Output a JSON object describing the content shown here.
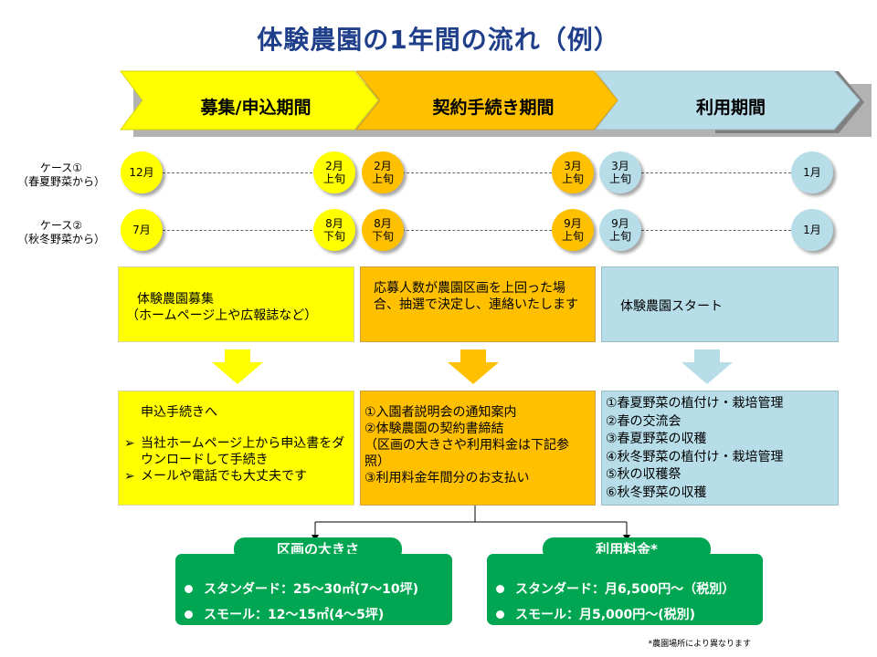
{
  "title": "体験農園の1年間の流れ（例）",
  "phases": [
    {
      "label": "募集/申込期間",
      "color": "#ffff00"
    },
    {
      "label": "契約手続き期間",
      "color": "#ffc000"
    },
    {
      "label": "利用期間",
      "color": "#b7dde8"
    }
  ],
  "cases": [
    {
      "label_line1": "ケース①",
      "label_line2": "（春夏野菜から）",
      "points": [
        {
          "line1": "12月",
          "line2": ""
        },
        {
          "line1": "2月",
          "line2": "上旬"
        },
        {
          "line1": "2月",
          "line2": "上旬"
        },
        {
          "line1": "3月",
          "line2": "上旬"
        },
        {
          "line1": "3月",
          "line2": "上旬"
        },
        {
          "line1": "1月",
          "line2": ""
        }
      ]
    },
    {
      "label_line1": "ケース②",
      "label_line2": "（秋冬野菜から）",
      "points": [
        {
          "line1": "7月",
          "line2": ""
        },
        {
          "line1": "8月",
          "line2": "下旬"
        },
        {
          "line1": "8月",
          "line2": "下旬"
        },
        {
          "line1": "9月",
          "line2": "上旬"
        },
        {
          "line1": "9月",
          "line2": "上旬"
        },
        {
          "line1": "1月",
          "line2": ""
        }
      ]
    }
  ],
  "desc_boxes": [
    {
      "line1": "体験農園募集",
      "line2": "（ホームページ上や広報誌など）"
    },
    {
      "text": "応募人数が農園区画を上回った場合、抽選で決定し、連絡いたします"
    },
    {
      "text": "体験農園スタート"
    }
  ],
  "detail_boxes": {
    "apply": {
      "heading": "申込手続きへ",
      "bullets": [
        "当社ホームページ上から申込書をダウンロードして手続き",
        "メールや電話でも大丈夫です"
      ],
      "bullet_mark": "➢"
    },
    "contract": {
      "lines": [
        "①入園者説明会の通知案内",
        "②体験農園の契約書締結",
        "（区画の大きさや利用料金は下記参照）",
        "③利用料金年間分のお支払い"
      ]
    },
    "usage": {
      "lines": [
        "①春夏野菜の植付け・栽培管理",
        "②春の交流会",
        "③春夏野菜の収穫",
        "④秋冬野菜の植付け・栽培管理",
        "⑤秋の収穫祭",
        "⑥秋冬野菜の収穫"
      ]
    }
  },
  "plot_size": {
    "title": "区画の大きさ",
    "items": [
      "スタンダード：25～30㎡(7～10坪)",
      "スモール：12～15㎡(4～5坪)"
    ]
  },
  "fee": {
    "title": "利用料金*",
    "items": [
      "スタンダード：月6,500円～（税別）",
      "スモール：月5,000円～(税別)"
    ]
  },
  "footnote": "*農園場所により異なります"
}
